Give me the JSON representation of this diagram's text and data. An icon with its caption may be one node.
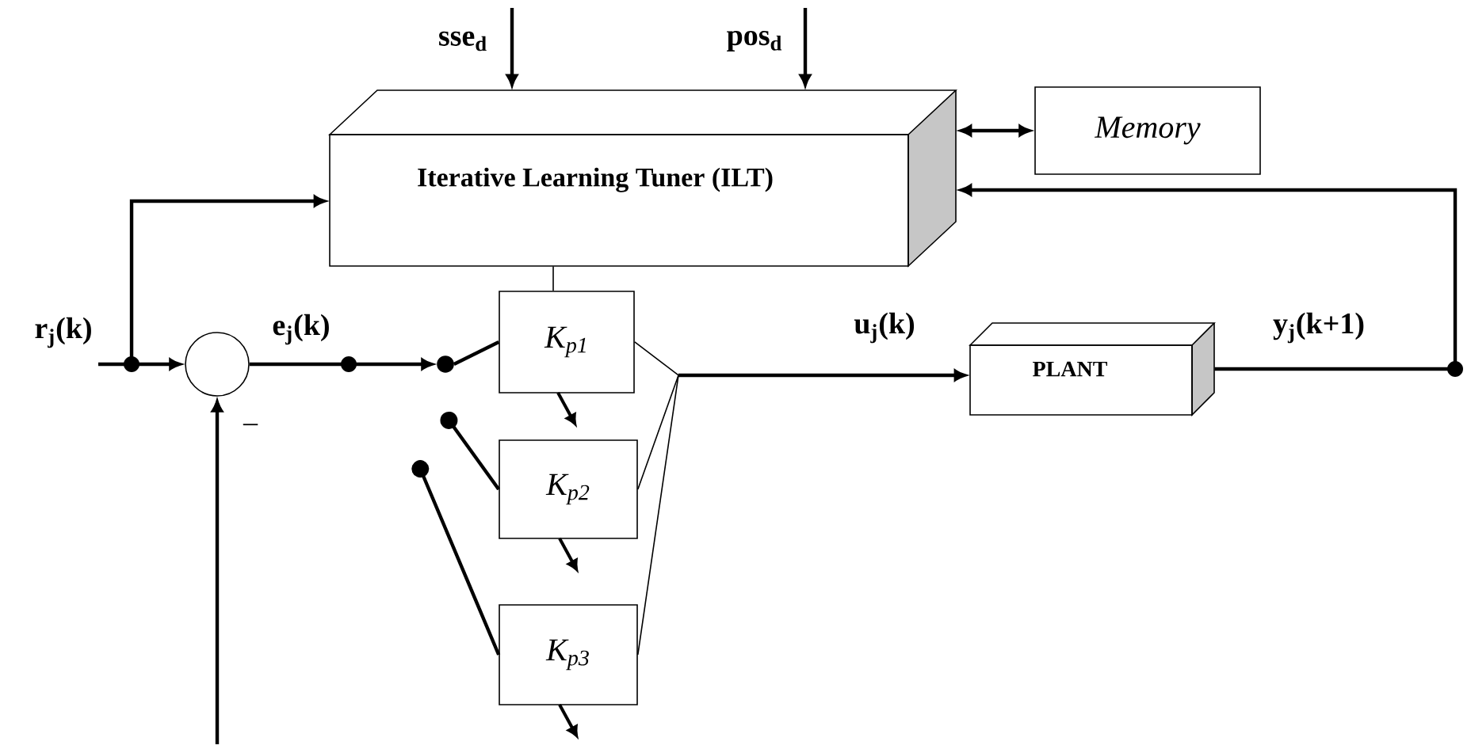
{
  "diagram": {
    "nodes": [
      {
        "text": [
          "Iterative Learning Tuner (ILT)"
        ]
      },
      {
        "text": [
          "Memory"
        ]
      },
      {
        "text": [],
        "shape": "circle"
      },
      {
        "text": [
          "K$_{p1}$"
        ]
      },
      {
        "text": [
          "K$_{p2}$"
        ]
      },
      {
        "text": [
          "K$_{p3}$"
        ]
      },
      {
        "text": [
          "PLANT"
        ]
      },
      {
        "text": [],
        "shape": "circle"
      }
    ],
    "edges": [
      {
        "from": null,
        "to": 2,
        "arrow": "to",
        "label": "r$_{j}$(k)"
      },
      {
        "from": null,
        "to": 0,
        "arrow": "to"
      },
      {
        "from": null,
        "to": 0,
        "arrow": "to",
        "label": "sse$_{d}$"
      },
      {
        "from": null,
        "to": 0,
        "arrow": "to",
        "label": "pos$_{d}$"
      },
      {
        "from": 0,
        "to": 1,
        "arrow": "both"
      },
      {
        "from": 0,
        "to": 3,
        "arrow": "none"
      },
      {
        "from": 2,
        "to": 7,
        "arrow": "to",
        "label": "e$_{j}$(k)"
      },
      {
        "from": null,
        "to": 4,
        "arrow": "other"
      },
      {
        "from": null,
        "to": 5,
        "arrow": "other"
      },
      {
        "from": 3,
        "to": 6,
        "arrow": "to",
        "label": "u$_{j}$(k)"
      },
      {
        "from": 4,
        "to": 6,
        "arrow": "to"
      },
      {
        "from": 5,
        "to": 6,
        "arrow": "to"
      },
      {
        "from": 6,
        "to": 0,
        "arrow": "to",
        "label": "y$_{j}$(k+1)"
      },
      {
        "from": null,
        "to": 2,
        "arrow": "to"
      },
      {
        "from": 7,
        "to": 3,
        "arrow": "none"
      }
    ],
    "labels": [
      "–"
    ]
  }
}
